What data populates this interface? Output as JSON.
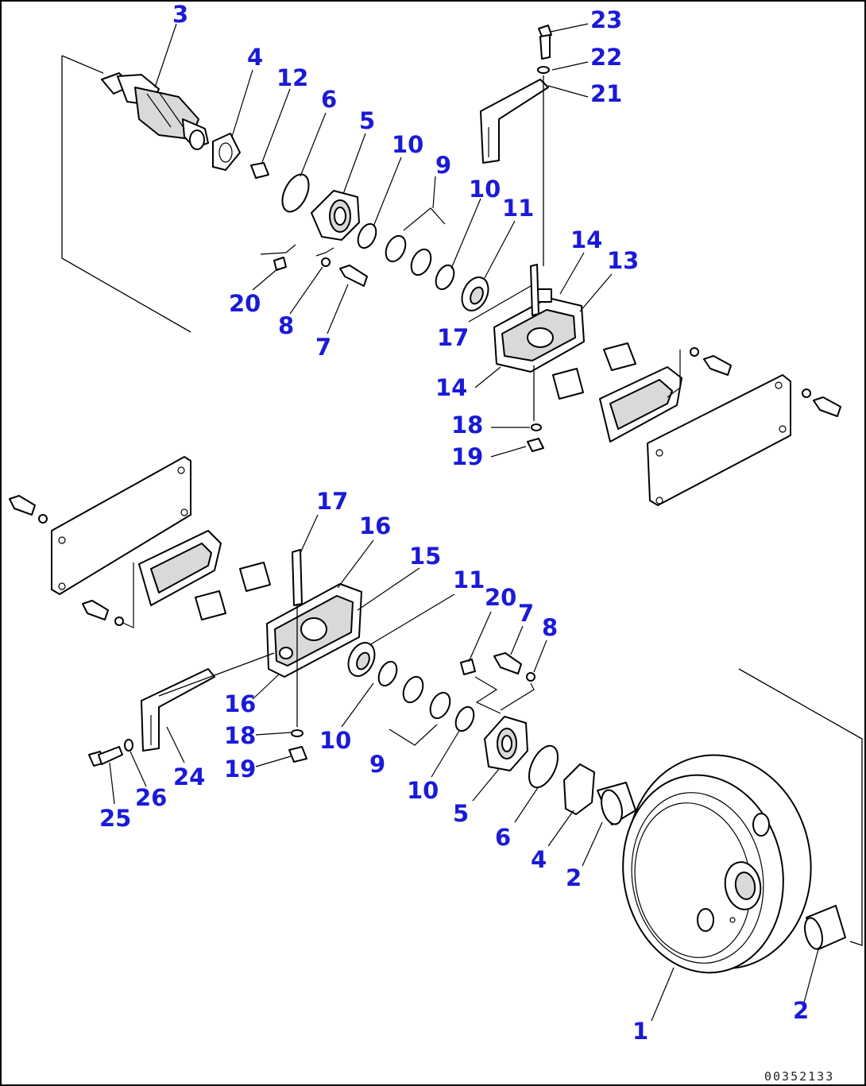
{
  "drawing_code": "00352133",
  "callouts": [
    {
      "label": "3"
    },
    {
      "label": "4"
    },
    {
      "label": "12"
    },
    {
      "label": "6"
    },
    {
      "label": "5"
    },
    {
      "label": "10"
    },
    {
      "label": "9"
    },
    {
      "label": "10"
    },
    {
      "label": "11"
    },
    {
      "label": "23"
    },
    {
      "label": "22"
    },
    {
      "label": "21"
    },
    {
      "label": "14"
    },
    {
      "label": "13"
    },
    {
      "label": "20"
    },
    {
      "label": "8"
    },
    {
      "label": "7"
    },
    {
      "label": "17"
    },
    {
      "label": "14"
    },
    {
      "label": "18"
    },
    {
      "label": "19"
    },
    {
      "label": "17"
    },
    {
      "label": "16"
    },
    {
      "label": "15"
    },
    {
      "label": "11"
    },
    {
      "label": "20"
    },
    {
      "label": "7"
    },
    {
      "label": "8"
    },
    {
      "label": "16"
    },
    {
      "label": "18"
    },
    {
      "label": "10"
    },
    {
      "label": "9"
    },
    {
      "label": "10"
    },
    {
      "label": "19"
    },
    {
      "label": "24"
    },
    {
      "label": "26"
    },
    {
      "label": "25"
    },
    {
      "label": "5"
    },
    {
      "label": "6"
    },
    {
      "label": "4"
    },
    {
      "label": "2"
    },
    {
      "label": "1"
    },
    {
      "label": "2"
    }
  ]
}
